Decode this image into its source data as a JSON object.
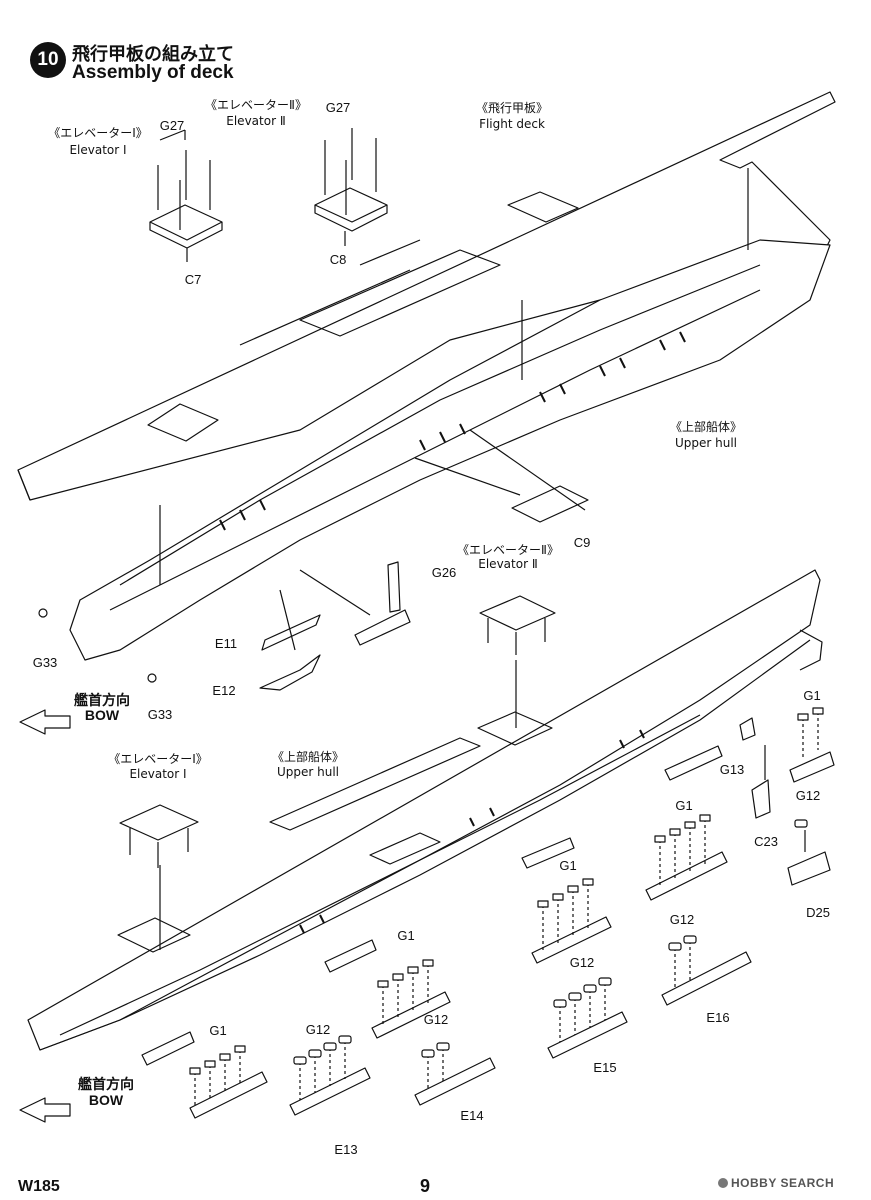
{
  "step": {
    "number": "10",
    "title_ja": "飛行甲板の組み立て",
    "title_en": "Assembly of deck"
  },
  "labels": {
    "elevator1_ja": "《エレベーターⅠ》",
    "elevator1_en": "Elevator Ⅰ",
    "elevator2_ja": "《エレベーターⅡ》",
    "elevator2_en": "Elevator Ⅱ",
    "flight_deck_ja": "《飛行甲板》",
    "flight_deck_en": "Flight deck",
    "upper_hull_ja": "《上部船体》",
    "upper_hull_en": "Upper hull",
    "bow_ja": "艦首方向",
    "bow_en": "BOW"
  },
  "parts": {
    "g27": "G27",
    "c7": "C7",
    "c8": "C8",
    "c9": "C9",
    "g26": "G26",
    "g33": "G33",
    "e11": "E11",
    "e12": "E12",
    "g1": "G1",
    "g12": "G12",
    "g13": "G13",
    "c23": "C23",
    "d25": "D25",
    "e13": "E13",
    "e14": "E14",
    "e15": "E15",
    "e16": "E16"
  },
  "footer": {
    "code": "W185",
    "page": "9",
    "watermark": "HOBBY SEARCH"
  }
}
